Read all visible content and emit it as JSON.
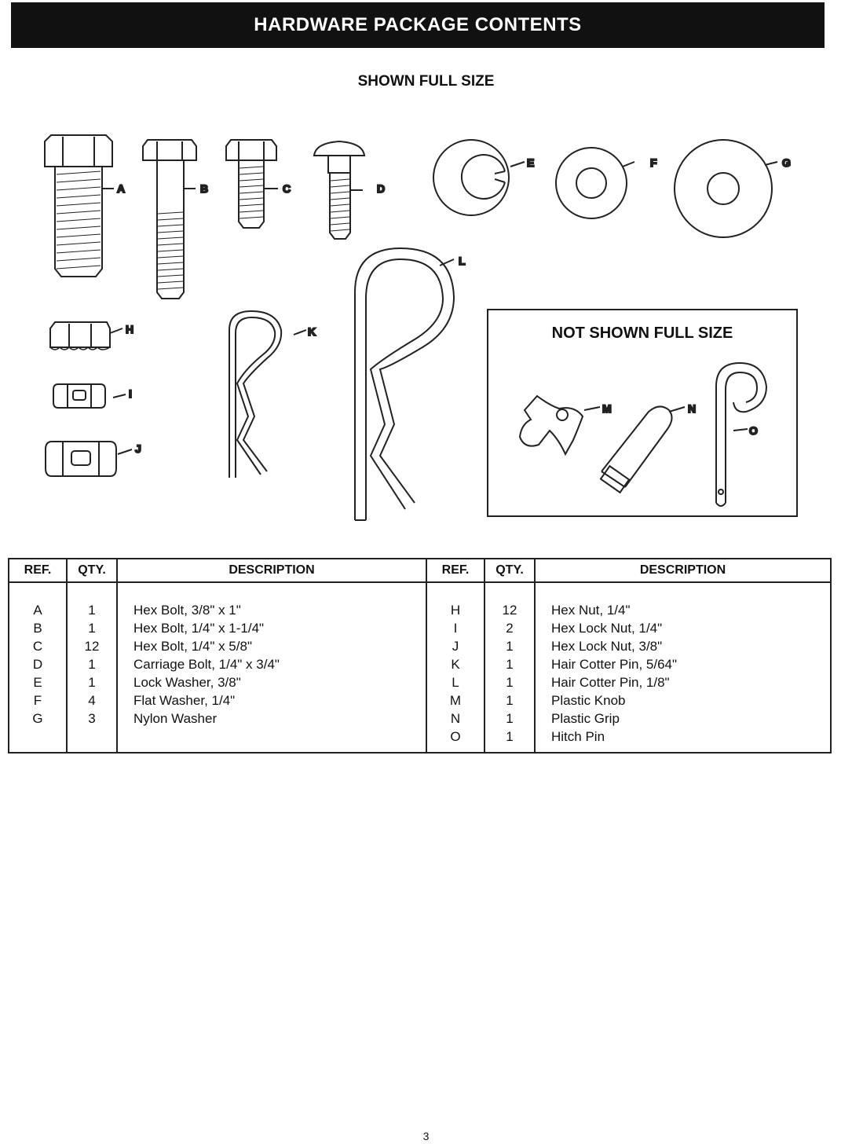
{
  "header": {
    "title": "HARDWARE PACKAGE CONTENTS"
  },
  "subtitle": "SHOWN FULL SIZE",
  "not_shown_title": "NOT SHOWN FULL SIZE",
  "callouts": {
    "a": "A",
    "b": "B",
    "c": "C",
    "d": "D",
    "e": "E",
    "f": "F",
    "g": "G",
    "h": "H",
    "i": "I",
    "j": "J",
    "k": "K",
    "l": "L",
    "m": "M",
    "n": "N",
    "o": "O"
  },
  "table": {
    "headers": {
      "ref": "REF.",
      "qty": "QTY.",
      "description": "DESCRIPTION"
    },
    "left": [
      {
        "ref": "A",
        "qty": "1",
        "desc": "Hex Bolt, 3/8\" x 1\""
      },
      {
        "ref": "B",
        "qty": "1",
        "desc": "Hex Bolt, 1/4\" x 1-1/4\""
      },
      {
        "ref": "C",
        "qty": "12",
        "desc": "Hex Bolt, 1/4\" x 5/8\""
      },
      {
        "ref": "D",
        "qty": "1",
        "desc": "Carriage Bolt, 1/4\" x 3/4\""
      },
      {
        "ref": "E",
        "qty": "1",
        "desc": "Lock Washer, 3/8\""
      },
      {
        "ref": "F",
        "qty": "4",
        "desc": "Flat Washer, 1/4\""
      },
      {
        "ref": "G",
        "qty": "3",
        "desc": "Nylon Washer"
      }
    ],
    "right": [
      {
        "ref": "H",
        "qty": "12",
        "desc": "Hex Nut, 1/4\""
      },
      {
        "ref": "I",
        "qty": "2",
        "desc": "Hex Lock Nut, 1/4\""
      },
      {
        "ref": "J",
        "qty": "1",
        "desc": "Hex Lock Nut, 3/8\""
      },
      {
        "ref": "K",
        "qty": "1",
        "desc": "Hair Cotter Pin, 5/64\""
      },
      {
        "ref": "L",
        "qty": "1",
        "desc": "Hair Cotter Pin, 1/8\""
      },
      {
        "ref": "M",
        "qty": "1",
        "desc": "Plastic Knob"
      },
      {
        "ref": "N",
        "qty": "1",
        "desc": "Plastic Grip"
      },
      {
        "ref": "O",
        "qty": "1",
        "desc": "Hitch Pin"
      }
    ]
  },
  "page_number": "3"
}
